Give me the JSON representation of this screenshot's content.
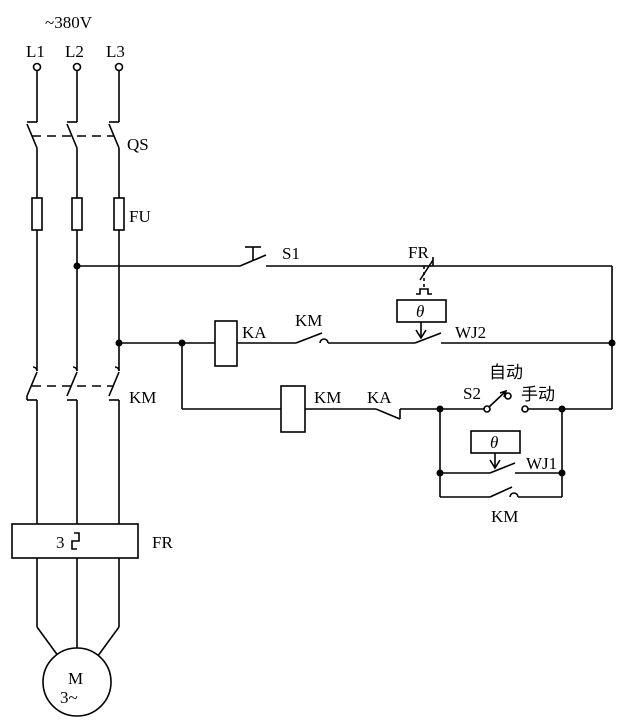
{
  "labels": {
    "supply": "~380V",
    "l1": "L1",
    "l2": "L2",
    "l3": "L3",
    "qs": "QS",
    "fu": "FU",
    "km_main": "KM",
    "fr_main": "FR",
    "fr_heater": "3",
    "motor_m": "M",
    "motor_phase": "3~",
    "s1": "S1",
    "fr_contact": "FR",
    "ka_coil": "KA",
    "km_aux1": "KM",
    "wj2": "WJ2",
    "theta_wj2": "θ",
    "km_coil": "KM",
    "ka_nc": "KA",
    "s2": "S2",
    "auto": "自动",
    "manual": "手动",
    "theta_wj1": "θ",
    "wj1": "WJ1",
    "km_aux2": "KM"
  }
}
